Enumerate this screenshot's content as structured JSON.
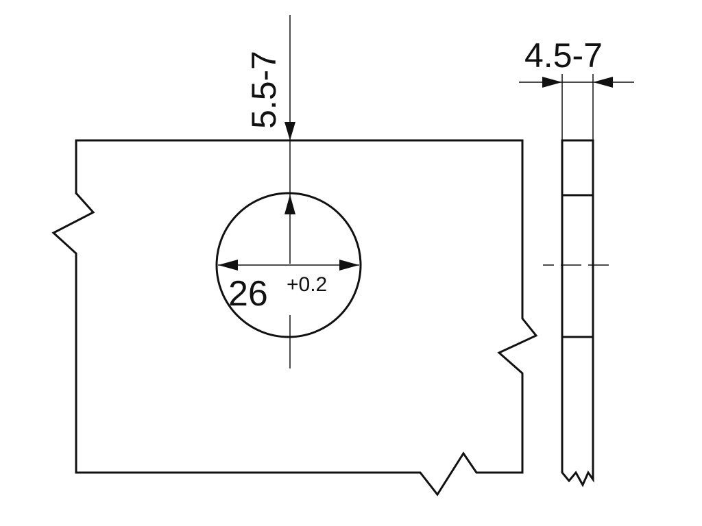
{
  "dimensions": {
    "top_offset": "5.5-7",
    "side_thickness": "4.5-7",
    "bore_diameter": "26",
    "bore_tolerance": "+0.2"
  },
  "colors": {
    "line": "#111111",
    "background": "#ffffff"
  }
}
